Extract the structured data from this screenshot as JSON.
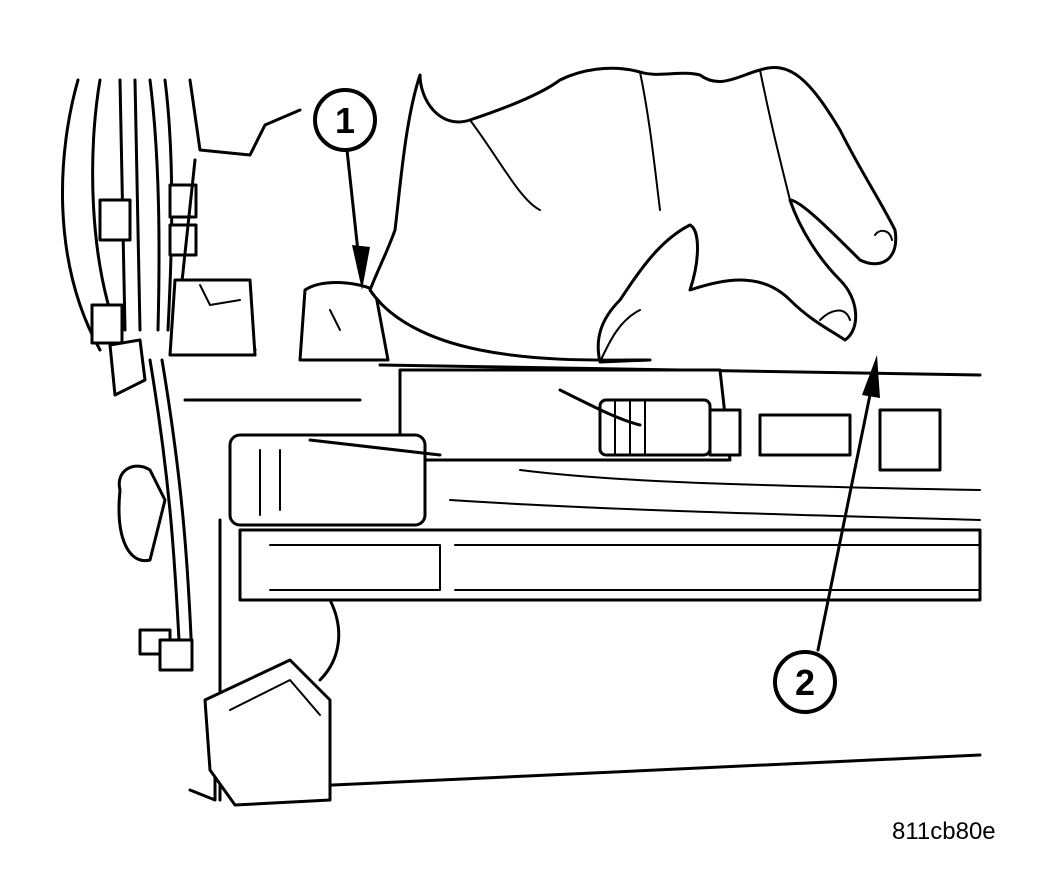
{
  "callouts": [
    {
      "number": "1"
    },
    {
      "number": "2"
    }
  ],
  "figure_code": "811cb80e",
  "colors": {
    "ink": "#000000",
    "paper": "#ffffff"
  }
}
